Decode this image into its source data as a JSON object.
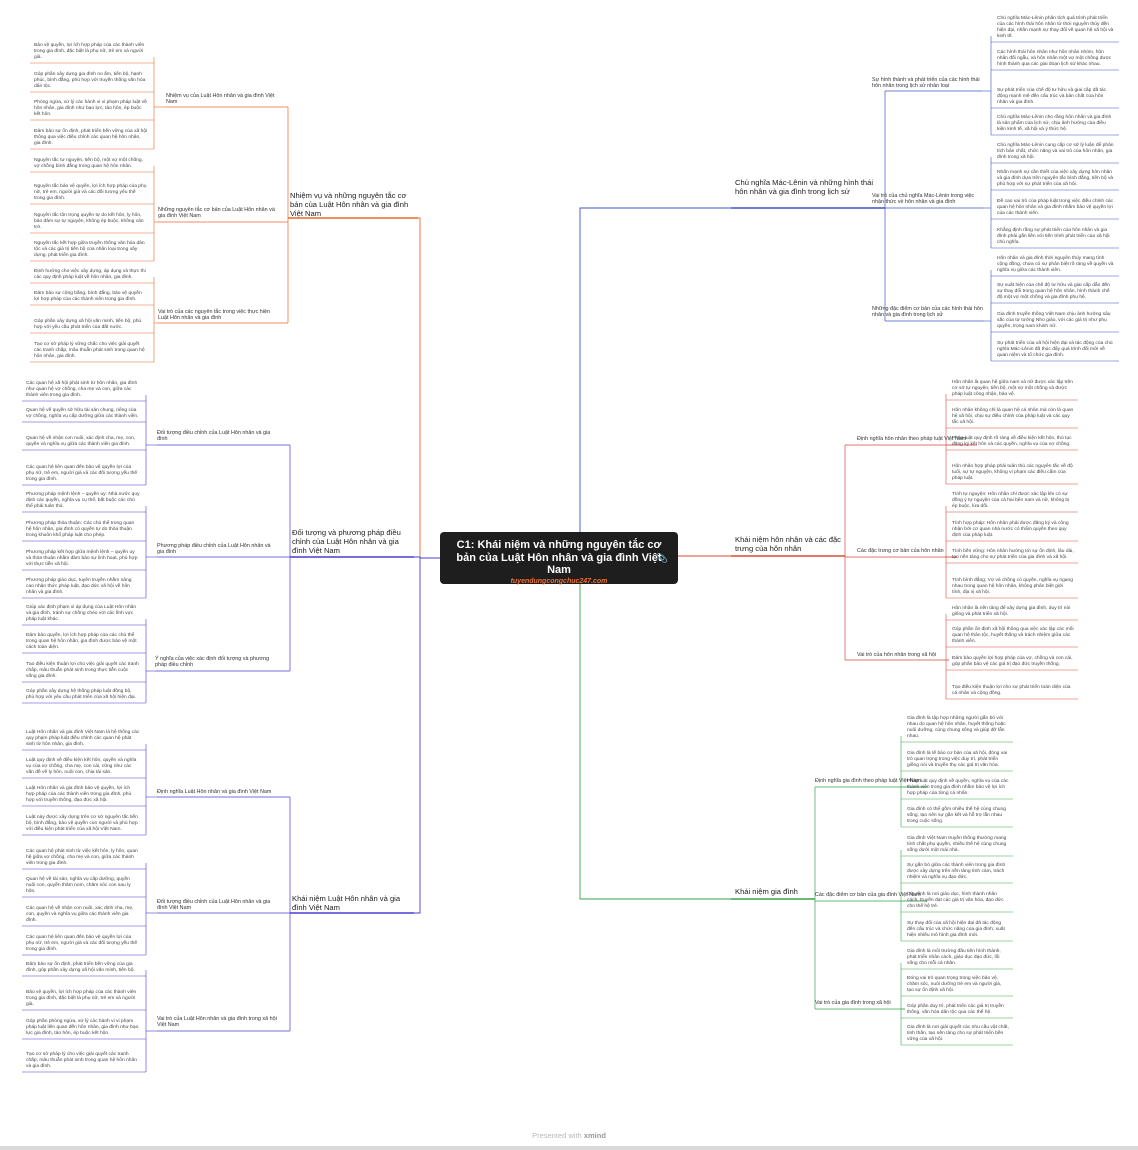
{
  "colors": {
    "orange": "#e8692c",
    "purple": "#4a3fd0",
    "blue": "#3b55c4",
    "green": "#3aa34e",
    "red": "#d94a3a",
    "center": "#1e1e1e"
  },
  "center": {
    "title": "C1: Khái niệm và những nguyên tắc cơ bản của Luật Hôn nhân và gia đình Việt Nam",
    "website": "tuyendungcongchuc247.com",
    "attachment_icon": "paperclip-icon"
  },
  "footer": {
    "prefix": "Presented with",
    "brand": "xmind"
  },
  "branches": [
    {
      "id": "b1",
      "side": "left",
      "color": "orange",
      "label": "Nhiệm vụ và những nguyên tắc cơ bản của Luật Hôn nhân và gia đình Việt Nam",
      "subs": [
        {
          "label": "Nhiệm vụ của Luật Hôn nhân và gia đình Việt Nam",
          "leaves": [
            "Bảo vệ quyền, lợi ích hợp pháp của các thành viên trong gia đình, đặc biệt là phụ nữ, trẻ em và người già.",
            "Góp phần xây dựng gia đình no ấm, tiến bộ, hạnh phúc, bình đẳng, phù hợp với truyền thống văn hóa dân tộc.",
            "Phòng ngừa, xử lý các hành vi vi phạm pháp luật về hôn nhân, gia đình như bạo lực, tảo hôn, ép buộc kết hôn.",
            "Đảm bảo sự ổn định, phát triển bền vững của xã hội thông qua việc điều chỉnh các quan hệ hôn nhân, gia đình."
          ]
        },
        {
          "label": "Những nguyên tắc cơ bản của Luật Hôn nhân và gia đình Việt Nam",
          "leaves": [
            "Nguyên tắc tự nguyện, tiến bộ, một vợ một chồng, vợ chồng bình đẳng trong quan hệ hôn nhân.",
            "Nguyên tắc bảo vệ quyền, lợi ích hợp pháp của phụ nữ, trẻ em, người già và các đối tượng yếu thế trong gia đình.",
            "Nguyên tắc tôn trọng quyền tự do kết hôn, ly hôn, bảo đảm sự tự nguyện, không ép buộc, không cản trở.",
            "Nguyên tắc kết hợp giữa truyền thống văn hóa dân tộc và các giá trị tiến bộ của nhân loại trong xây dựng, phát triển gia đình."
          ]
        },
        {
          "label": "Vai trò của các nguyên tắc trong việc thực hiện Luật Hôn nhân và gia đình",
          "leaves": [
            "Định hướng cho việc xây dựng, áp dụng và thực thi các quy định pháp luật về hôn nhân, gia đình.",
            "Đảm bảo sự công bằng, bình đẳng, bảo vệ quyền lợi hợp pháp của các thành viên trong gia đình.",
            "Góp phần xây dựng xã hội văn minh, tiến bộ, phù hợp với yêu cầu phát triển của đất nước.",
            "Tạo cơ sở pháp lý vững chắc cho việc giải quyết các tranh chấp, mâu thuẫn phát sinh trong quan hệ hôn nhân, gia đình."
          ]
        }
      ]
    },
    {
      "id": "b2",
      "side": "left",
      "color": "purple",
      "label": "Đối tượng và phương pháp điều chỉnh của Luật Hôn nhân và gia đình Việt Nam",
      "subs": [
        {
          "label": "Đối tượng điều chỉnh của Luật Hôn nhân và gia đình",
          "leaves": [
            "Các quan hệ xã hội phát sinh từ hôn nhân, gia đình như quan hệ vợ chồng, cha mẹ và con, giữa các thành viên trong gia đình.",
            "Quan hệ về quyền sở hữu tài sản chung, riêng của vợ chồng, nghĩa vụ cấp dưỡng giữa các thành viên.",
            "Quan hệ về nhận con nuôi, xác định cha, mẹ, con, quyền và nghĩa vụ giữa các thành viên gia đình.",
            "Các quan hệ liên quan đến bảo vệ quyền lợi của phụ nữ, trẻ em, người già và các đối tượng yếu thế trong gia đình."
          ]
        },
        {
          "label": "Phương pháp điều chỉnh của Luật Hôn nhân và gia đình",
          "leaves": [
            "Phương pháp mệnh lệnh – quyền uy: Nhà nước quy định các quyền, nghĩa vụ cụ thể, bắt buộc các chủ thể phải tuân thủ.",
            "Phương pháp thỏa thuận: Các chủ thể trong quan hệ hôn nhân, gia đình có quyền tự do thỏa thuận trong khuôn khổ pháp luật cho phép.",
            "Phương pháp kết hợp giữa mệnh lệnh – quyền uy và thỏa thuận nhằm đảm bảo sự linh hoạt, phù hợp với thực tiễn xã hội.",
            "Phương pháp giáo dục, tuyên truyền nhằm nâng cao nhận thức pháp luật, đạo đức xã hội về hôn nhân và gia đình."
          ]
        },
        {
          "label": "Ý nghĩa của việc xác định đối tượng và phương pháp điều chỉnh",
          "leaves": [
            "Giúp xác định phạm vi áp dụng của Luật Hôn nhân và gia đình, tránh sự chồng chéo với các lĩnh vực pháp luật khác.",
            "Đảm bảo quyền, lợi ích hợp pháp của các chủ thể trong quan hệ hôn nhân, gia đình được bảo vệ một cách toàn diện.",
            "Tạo điều kiện thuận lợi cho việc giải quyết các tranh chấp, mâu thuẫn phát sinh trong thực tiễn cuộc sống gia đình.",
            "Góp phần xây dựng hệ thống pháp luật đồng bộ, phù hợp với yêu cầu phát triển của xã hội hiện đại."
          ]
        }
      ]
    },
    {
      "id": "b3",
      "side": "left",
      "color": "purple",
      "label": "Khái niệm Luật Hôn nhân và gia đình Việt Nam",
      "subs": [
        {
          "label": "Định nghĩa Luật Hôn nhân và gia đình Việt Nam",
          "leaves": [
            "Luật Hôn nhân và gia đình Việt Nam là hệ thống các quy phạm pháp luật điều chỉnh các quan hệ phát sinh từ hôn nhân, gia đình.",
            "Luật quy định về điều kiện kết hôn, quyền và nghĩa vụ của vợ chồng, cha mẹ, con cái, cũng như các vấn đề về ly hôn, nuôi con, chia tài sản.",
            "Luật Hôn nhân và gia đình bảo vệ quyền, lợi ích hợp pháp của các thành viên trong gia đình, phù hợp với truyền thống, đạo đức xã hội.",
            "Luật này được xây dựng trên cơ sở nguyên tắc tiến bộ, bình đẳng, bảo vệ quyền con người và phù hợp với điều kiện phát triển của xã hội Việt Nam."
          ]
        },
        {
          "label": "Đối tượng điều chỉnh của Luật Hôn nhân và gia đình Việt Nam",
          "leaves": [
            "Các quan hệ phát sinh từ việc kết hôn, ly hôn, quan hệ giữa vợ chồng, cha mẹ và con, giữa các thành viên trong gia đình.",
            "Quan hệ về tài sản, nghĩa vụ cấp dưỡng, quyền nuôi con, quyền thăm nom, chăm sóc con sau ly hôn.",
            "Các quan hệ về nhận con nuôi, xác định cha, mẹ, con, quyền và nghĩa vụ giữa các thành viên gia đình.",
            "Các quan hệ liên quan đến bảo vệ quyền lợi của phụ nữ, trẻ em, người già và các đối tượng yếu thế trong gia đình."
          ]
        },
        {
          "label": "Vai trò của Luật Hôn nhân và gia đình trong xã hội Việt Nam",
          "leaves": [
            "Đảm bảo sự ổn định, phát triển bền vững của gia đình, góp phần xây dựng xã hội văn minh, tiến bộ.",
            "Bảo vệ quyền, lợi ích hợp pháp của các thành viên trong gia đình, đặc biệt là phụ nữ, trẻ em và người già.",
            "Góp phần phòng ngừa, xử lý các hành vi vi phạm pháp luật liên quan đến hôn nhân, gia đình như bạo lực gia đình, tảo hôn, ép buộc kết hôn.",
            "Tạo cơ sở pháp lý cho việc giải quyết các tranh chấp, mâu thuẫn phát sinh trong quan hệ hôn nhân và gia đình."
          ]
        }
      ]
    },
    {
      "id": "b4",
      "side": "right",
      "color": "blue",
      "label": "Chủ nghĩa Mác-Lênin và những hình thái hôn nhân và gia đình trong lịch sử",
      "subs": [
        {
          "label": "Sự hình thành và phát triển của các hình thái hôn nhân trong lịch sử nhân loại",
          "leaves": [
            "Chủ nghĩa Mác-Lênin phân tích quá trình phát triển của các hình thái hôn nhân từ thời nguyên thủy đến hiện đại, nhấn mạnh sự thay đổi về quan hệ xã hội và kinh tế.",
            "Các hình thái hôn nhân như hôn nhân nhóm, hôn nhân đối ngẫu, và hôn nhân một vợ một chồng được hình thành qua các giai đoạn lịch sử khác nhau.",
            "Sự phát triển của chế độ tư hữu và giai cấp đã tác động mạnh mẽ đến cấu trúc và bản chất của hôn nhân và gia đình.",
            "Chủ nghĩa Mác-Lênin cho rằng hôn nhân và gia đình là sản phẩm của lịch sử, chịu ảnh hưởng của điều kiện kinh tế, xã hội và ý thức hệ."
          ]
        },
        {
          "label": "Vai trò của chủ nghĩa Mác-Lênin trong việc nhận thức về hôn nhân và gia đình",
          "leaves": [
            "Chủ nghĩa Mác-Lênin cung cấp cơ sở lý luận để phân tích bản chất, chức năng và vai trò của hôn nhân, gia đình trong xã hội.",
            "Nhấn mạnh sự cần thiết của việc xây dựng hôn nhân và gia đình dựa trên nguyên tắc bình đẳng, tiến bộ và phù hợp với sự phát triển của xã hội.",
            "Đề cao vai trò của pháp luật trong việc điều chỉnh các quan hệ hôn nhân và gia đình nhằm bảo vệ quyền lợi của các thành viên.",
            "Khẳng định rằng sự phát triển của hôn nhân và gia đình phải gắn liền với tiến trình phát triển của xã hội chủ nghĩa."
          ]
        },
        {
          "label": "Những đặc điểm cơ bản của các hình thái hôn nhân và gia đình trong lịch sử",
          "leaves": [
            "Hôn nhân và gia đình thời nguyên thủy mang tính cộng đồng, chưa có sự phân biệt rõ ràng về quyền và nghĩa vụ giữa các thành viên.",
            "Sự xuất hiện của chế độ tư hữu và giai cấp dẫn đến sự thay đổi trong quan hệ hôn nhân, hình thành chế độ một vợ một chồng và gia đình phụ hệ.",
            "Gia đình truyền thống Việt Nam chịu ảnh hưởng sâu sắc của tư tưởng Nho giáo, với các giá trị như phụ quyền, trọng nam khinh nữ.",
            "Sự phát triển của xã hội hiện đại và tác động của chủ nghĩa Mác-Lênin đã thúc đẩy quá trình đổi mới về quan niệm và tổ chức gia đình."
          ]
        }
      ]
    },
    {
      "id": "b5",
      "side": "right",
      "color": "red",
      "label": "Khái niệm hôn nhân và các đặc trưng của hôn nhân",
      "subs": [
        {
          "label": "Định nghĩa hôn nhân theo pháp luật Việt Nam",
          "leaves": [
            "Hôn nhân là quan hệ giữa nam và nữ được xác lập trên cơ sở tự nguyện, tiến bộ, một vợ một chồng và được pháp luật công nhận, bảo vệ.",
            "Hôn nhân không chỉ là quan hệ cá nhân mà còn là quan hệ xã hội, chịu sự điều chỉnh của pháp luật và các quy tắc xã hội.",
            "Pháp luật quy định rõ ràng về điều kiện kết hôn, thủ tục đăng ký kết hôn và các quyền, nghĩa vụ của vợ chồng.",
            "Hôn nhân hợp pháp phải tuân thủ các nguyên tắc về độ tuổi, sự tự nguyện, không vi phạm các điều cấm của pháp luật."
          ]
        },
        {
          "label": "Các đặc trưng cơ bản của hôn nhân",
          "leaves": [
            "Tính tự nguyện: Hôn nhân chỉ được xác lập khi có sự đồng ý tự nguyện của cả hai bên nam và nữ, không bị ép buộc, lừa dối.",
            "Tính hợp pháp: Hôn nhân phải được đăng ký và công nhận bởi cơ quan nhà nước có thẩm quyền theo quy định của pháp luật.",
            "Tính bền vững: Hôn nhân hướng tới sự ổn định, lâu dài, tạo nền tảng cho sự phát triển của gia đình và xã hội.",
            "Tính bình đẳng: Vợ và chồng có quyền, nghĩa vụ ngang nhau trong quan hệ hôn nhân, không phân biệt giới tính, địa vị xã hội."
          ]
        },
        {
          "label": "Vai trò của hôn nhân trong xã hội",
          "leaves": [
            "Hôn nhân là nền tảng để xây dựng gia đình, duy trì nòi giống và phát triển xã hội.",
            "Góp phần ổn định xã hội thông qua việc xác lập các mối quan hệ thân tộc, huyết thống và trách nhiệm giữa các thành viên.",
            "Đảm bảo quyền lợi hợp pháp của vợ, chồng và con cái, góp phần bảo vệ các giá trị đạo đức truyền thống.",
            "Tạo điều kiện thuận lợi cho sự phát triển toàn diện của cá nhân và cộng đồng."
          ]
        }
      ]
    },
    {
      "id": "b6",
      "side": "right",
      "color": "green",
      "label": "Khái niệm gia đình",
      "subs": [
        {
          "label": "Định nghĩa gia đình theo pháp luật Việt Nam",
          "leaves": [
            "Gia đình là tập hợp những người gắn bó với nhau do quan hệ hôn nhân, huyết thống hoặc nuôi dưỡng, cùng chung sống và giúp đỡ lẫn nhau.",
            "Gia đình là tế bào cơ bản của xã hội, đóng vai trò quan trọng trong việc duy trì, phát triển giống nòi và truyền thụ các giá trị văn hóa.",
            "Pháp luật quy định về quyền, nghĩa vụ của các thành viên trong gia đình nhằm bảo vệ lợi ích hợp pháp của từng cá nhân.",
            "Gia đình có thể gồm nhiều thế hệ cùng chung sống, tạo nên sự gắn kết và hỗ trợ lẫn nhau trong cuộc sống."
          ]
        },
        {
          "label": "Các đặc điểm cơ bản của gia đình Việt Nam",
          "leaves": [
            "Gia đình Việt Nam truyền thống thường mang tính chất phụ quyền, nhiều thế hệ cùng chung sống dưới một mái nhà.",
            "Sự gắn bó giữa các thành viên trong gia đình được xây dựng trên nền tảng tình cảm, trách nhiệm và nghĩa vụ đạo đức.",
            "Gia đình là nơi giáo dục, hình thành nhân cách, truyền đạt các giá trị văn hóa, đạo đức cho thế hệ trẻ.",
            "Sự thay đổi của xã hội hiện đại đã tác động đến cấu trúc và chức năng của gia đình, xuất hiện nhiều mô hình gia đình mới."
          ]
        },
        {
          "label": "Vai trò của gia đình trong xã hội",
          "leaves": [
            "Gia đình là môi trường đầu tiên hình thành, phát triển nhân cách, giáo dục đạo đức, lối sống cho mỗi cá nhân.",
            "Đóng vai trò quan trọng trong việc bảo vệ, chăm sóc, nuôi dưỡng trẻ em và người già, tạo sự ổn định xã hội.",
            "Góp phần duy trì, phát triển các giá trị truyền thống, văn hóa dân tộc qua các thế hệ.",
            "Gia đình là nơi giải quyết các nhu cầu vật chất, tinh thần, tạo nền tảng cho sự phát triển bền vững của xã hội."
          ]
        }
      ]
    }
  ]
}
